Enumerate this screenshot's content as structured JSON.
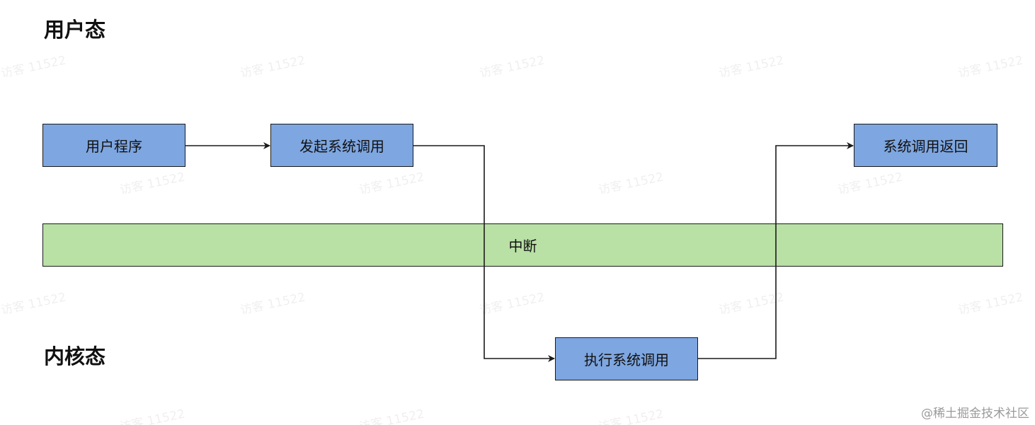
{
  "sections": {
    "user_mode": "用户态",
    "kernel_mode": "内核态"
  },
  "nodes": {
    "user_program": "用户程序",
    "initiate_syscall": "发起系统调用",
    "syscall_return": "系统调用返回",
    "interrupt": "中断",
    "execute_syscall": "执行系统调用"
  },
  "watermark": "访客 11522",
  "credit": "@稀土掘金技术社区",
  "colors": {
    "process_fill": "#7ea6e0",
    "interrupt_fill": "#b9e0a5",
    "stroke": "#1a1a1a"
  }
}
